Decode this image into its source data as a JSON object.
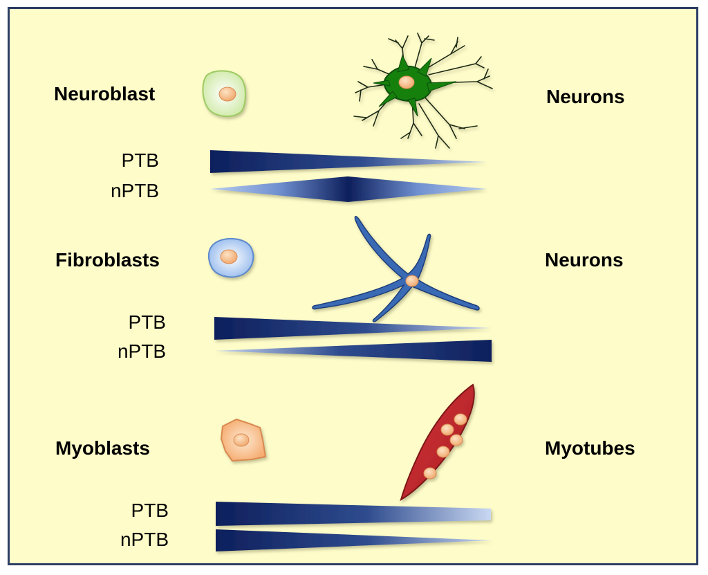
{
  "rows": [
    {
      "start_cell": "Neuroblast",
      "end_cell": "Neurons",
      "protein_a": "PTB",
      "protein_b": "nPTB"
    },
    {
      "start_cell": "Fibroblasts",
      "end_cell": "Neurons",
      "protein_a": "PTB",
      "protein_b": "nPTB"
    },
    {
      "start_cell": "Myoblasts",
      "end_cell": "Myotubes",
      "protein_a": "PTB",
      "protein_b": "nPTB"
    }
  ],
  "icons": {
    "neuroblast": "neuroblast-cell-icon",
    "neuron_branched": "neuron-dendritic-icon",
    "fibroblast": "fibroblast-cell-icon",
    "neuron_induced": "induced-neuron-icon",
    "myoblast": "myoblast-cell-icon",
    "myotube": "myotube-cell-icon"
  },
  "colors": {
    "background": "#fefcc9",
    "border": "#2c3e63",
    "wedge_dark": "#0d1f5c",
    "neuroblast_fill": "#e2f3c6",
    "neuron_green": "#14800f",
    "fibroblast_fill": "#a8c8f0",
    "induced_neuron_blue": "#3a6bb5",
    "myoblast_fill": "#f8c28e",
    "myotube_red": "#c0272d",
    "nucleus": "#f8c08a"
  }
}
